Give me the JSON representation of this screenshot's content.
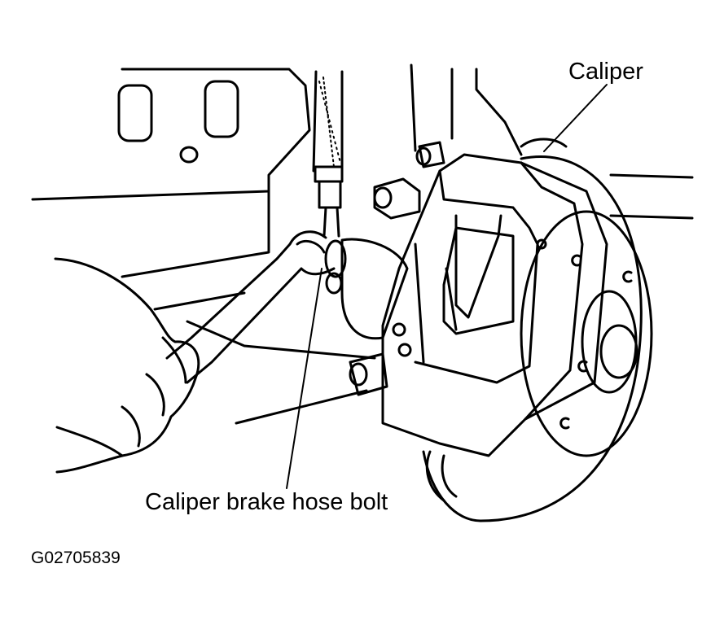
{
  "labels": {
    "caliper": "Caliper",
    "hose_bolt": "Caliper brake hose bolt",
    "figure_id": "G02705839"
  },
  "colors": {
    "ink": "#000000",
    "paper": "#ffffff"
  }
}
